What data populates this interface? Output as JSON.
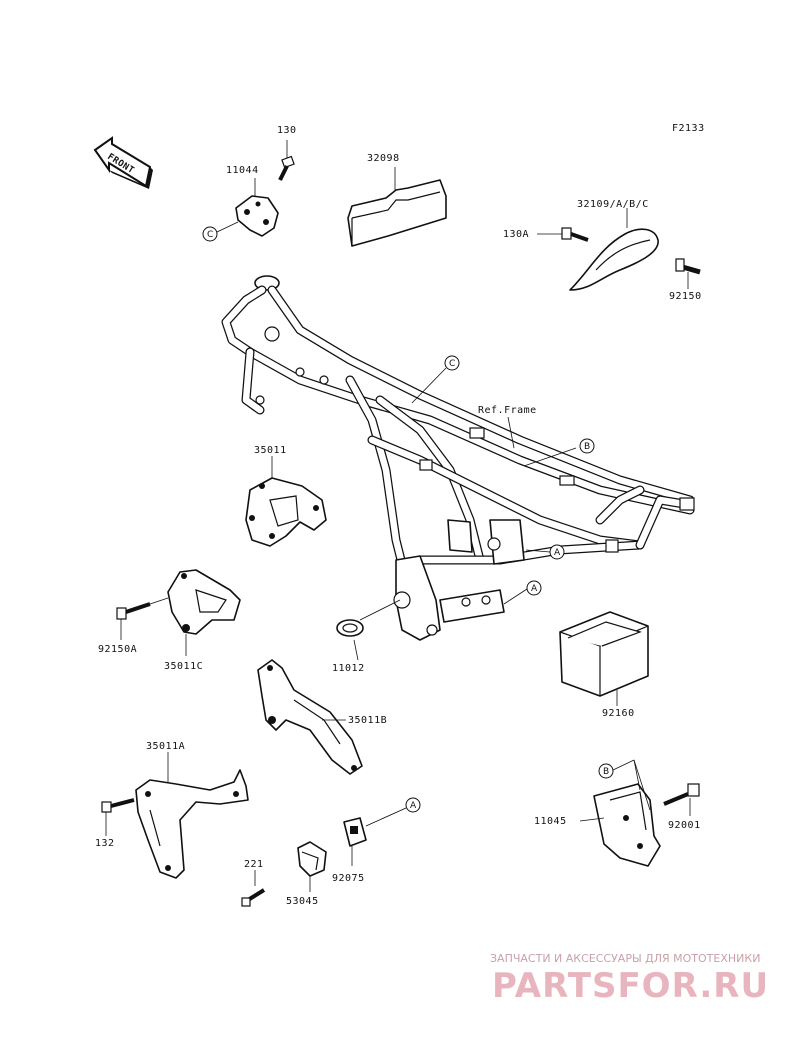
{
  "figure_code": "F2133",
  "front_label": "FRONT",
  "ref_frame_label": "Ref.Frame",
  "part_numbers": {
    "p130": "130",
    "p11044": "11044",
    "p32098": "32098",
    "p32109": "32109/A/B/C",
    "p130A": "130A",
    "p92150": "92150",
    "p35011": "35011",
    "p92150A": "92150A",
    "p35011C": "35011C",
    "p11012": "11012",
    "p92160": "92160",
    "p35011B": "35011B",
    "p35011A": "35011A",
    "p132": "132",
    "p221": "221",
    "p53045": "53045",
    "p92075": "92075",
    "p11045": "11045",
    "p92001": "92001"
  },
  "callouts": {
    "c_top": "C",
    "c_frame": "C",
    "b_frame": "B",
    "a_frame1": "A",
    "a_frame2": "A",
    "a_clip": "A",
    "b_bracket": "B"
  },
  "watermark": {
    "tagline": "ЗАПЧАСТИ И АКСЕССУАРЫ ДЛЯ МОТОТЕХНИКИ",
    "brand": "PARTSFOR.RU"
  },
  "colors": {
    "ink": "#111111",
    "watermark_pink": "#e8b4bd"
  }
}
